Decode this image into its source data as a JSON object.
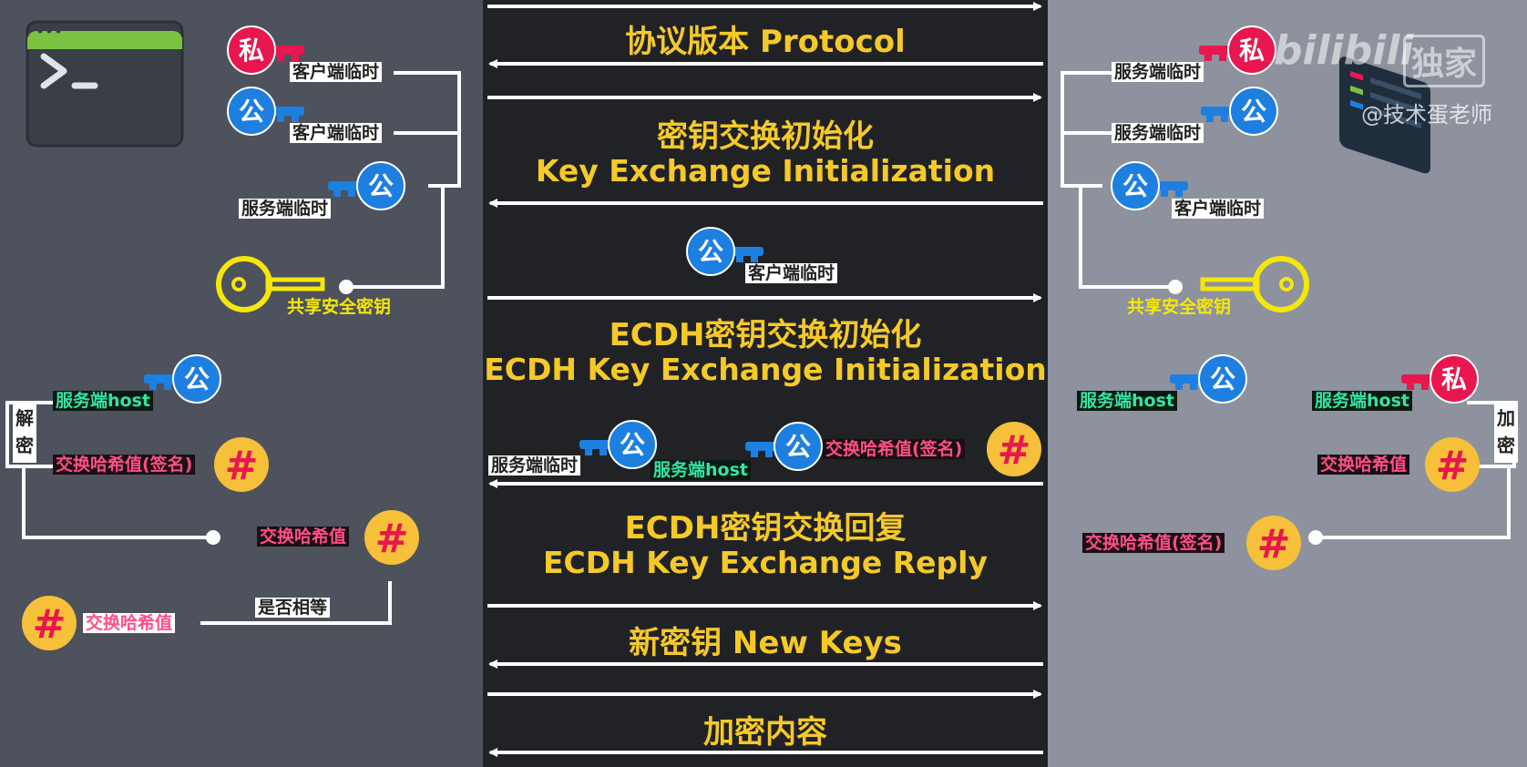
{
  "sections": {
    "protocol": "协议版本 Protocol",
    "kex_init_cn": "密钥交换初始化",
    "kex_init_en": "Key Exchange Initialization",
    "ecdh_init_cn": "ECDH密钥交换初始化",
    "ecdh_init_en": "ECDH Key Exchange Initialization",
    "ecdh_reply_cn": "ECDH密钥交换回复",
    "ecdh_reply_en": "ECDH Key Exchange Reply",
    "new_keys": "新密钥 New Keys",
    "encrypted": "加密内容"
  },
  "key_glyphs": {
    "private": "私",
    "public": "公",
    "hash": "#"
  },
  "labels": {
    "client_temp": "客户端临时",
    "server_temp": "服务端临时",
    "shared_key": "共享安全密钥",
    "server_host": "服务端host",
    "exchange_hash_signed": "交换哈希值(签名)",
    "exchange_hash": "交换哈希值",
    "is_equal": "是否相等",
    "decrypt": "解密",
    "encrypt": "加密"
  },
  "watermark": {
    "brand": "bilibili",
    "exclusive": "独家",
    "author": "@技术蛋老师"
  },
  "colors": {
    "left_bg": "#4d525d",
    "center_bg": "#202226",
    "right_bg": "#8d929e",
    "title": "#f5c928",
    "private_key": "#e8174f",
    "public_key": "#1d7fe0",
    "shared_key": "#f5e70a",
    "hash": "#f7c03a",
    "teal": "#35e3a4",
    "pink": "#ff4f86"
  }
}
